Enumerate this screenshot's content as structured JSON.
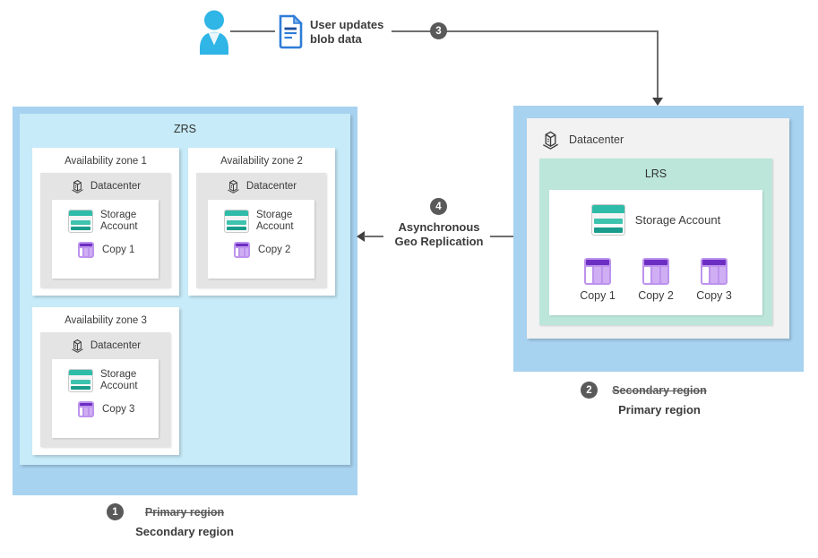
{
  "colors": {
    "region_blue": "#a7d2f0",
    "zone_cyan": "#c7ebf8",
    "lrs_teal": "#bce6da",
    "storage_teal": "#2ebca8",
    "copy_purple": "#6c2ec2",
    "step_circle_gray": "#595959",
    "person_blue": "#2fb5e6",
    "blob_blue": "#2f7cd8"
  },
  "top_flow": {
    "label_line1": "User updates",
    "label_line2": "blob data",
    "step": "3"
  },
  "zrs": {
    "title": "ZRS",
    "zones": [
      {
        "title": "Availability zone 1",
        "datacenter_label": "Datacenter",
        "storage_line1": "Storage",
        "storage_line2": "Account",
        "copy_label": "Copy 1"
      },
      {
        "title": "Availability zone 2",
        "datacenter_label": "Datacenter",
        "storage_line1": "Storage",
        "storage_line2": "Account",
        "copy_label": "Copy 2"
      },
      {
        "title": "Availability zone 3",
        "datacenter_label": "Datacenter",
        "storage_line1": "Storage",
        "storage_line2": "Account",
        "copy_label": "Copy 3"
      }
    ]
  },
  "primary_region_box": {
    "datacenter_label": "Datacenter",
    "title": "LRS",
    "storage_label": "Storage Account",
    "copies": [
      "Copy 1",
      "Copy 2",
      "Copy 3"
    ]
  },
  "replication": {
    "step": "4",
    "label_line1": "Asynchronous",
    "label_line2": "Geo Replication"
  },
  "region_labels": {
    "left": {
      "step": "1",
      "struck": "Primary region",
      "current": "Secondary region"
    },
    "right": {
      "step": "2",
      "struck": "Secondary region",
      "current": "Primary region"
    }
  }
}
